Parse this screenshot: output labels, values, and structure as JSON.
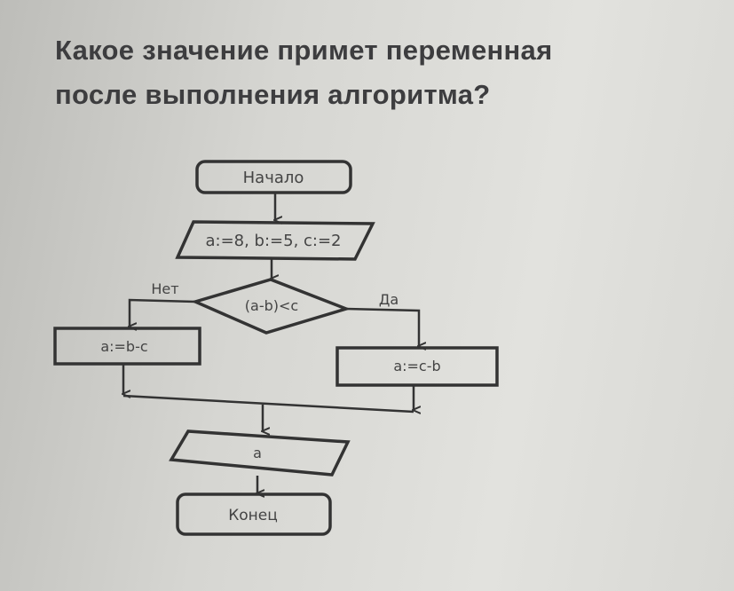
{
  "question": {
    "line1": "Какое значение примет переменная",
    "line2": "после выполнения алгоритма?"
  },
  "flowchart": {
    "start": "Начало",
    "input": "a:=8, b:=5, c:=2",
    "condition": "(a-b)<c",
    "no_label": "Нет",
    "yes_label": "Да",
    "no_action": "a:=b-c",
    "yes_action": "a:=c-b",
    "output": "a",
    "end": "Конец"
  }
}
